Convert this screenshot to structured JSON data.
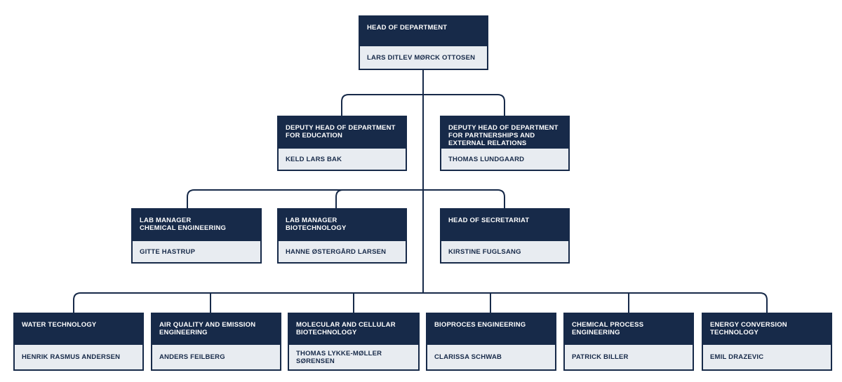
{
  "colors": {
    "navy": "#172a49",
    "name_bg": "#e8ecf1",
    "line": "#172a49"
  },
  "head": {
    "role": "HEAD OF DEPARTMENT",
    "name": "LARS DITLEV MØRCK OTTOSEN"
  },
  "deputies": [
    {
      "role": "DEPUTY HEAD OF DEPARTMENT\nFOR EDUCATION",
      "name": "KELD LARS BAK"
    },
    {
      "role": "DEPUTY HEAD OF DEPARTMENT\nFOR PARTNERSHIPS AND\nEXTERNAL RELATIONS",
      "name": "THOMAS LUNDGAARD"
    }
  ],
  "managers": [
    {
      "role": "LAB MANAGER\nCHEMICAL ENGINEERING",
      "name": "GITTE HASTRUP"
    },
    {
      "role": "LAB MANAGER\nBIOTECHNOLOGY",
      "name": "HANNE ØSTERGÅRD LARSEN"
    },
    {
      "role": "HEAD OF SECRETARIAT",
      "name": "KIRSTINE FUGLSANG"
    }
  ],
  "sections": [
    {
      "role": "WATER TECHNOLOGY",
      "name": "HENRIK RASMUS ANDERSEN"
    },
    {
      "role": "AIR QUALITY AND EMISSION\nENGINEERING",
      "name": "ANDERS FEILBERG"
    },
    {
      "role": "MOLECULAR AND CELLULAR\nBIOTECHNOLOGY",
      "name": "THOMAS LYKKE-MØLLER SØRENSEN"
    },
    {
      "role": "BIOPROCES ENGINEERING",
      "name": "CLARISSA SCHWAB"
    },
    {
      "role": "CHEMICAL PROCESS\nENGINEERING",
      "name": "PATRICK BILLER"
    },
    {
      "role": "ENERGY CONVERSION\nTECHNOLOGY",
      "name": "EMIL DRAZEVIC"
    }
  ]
}
